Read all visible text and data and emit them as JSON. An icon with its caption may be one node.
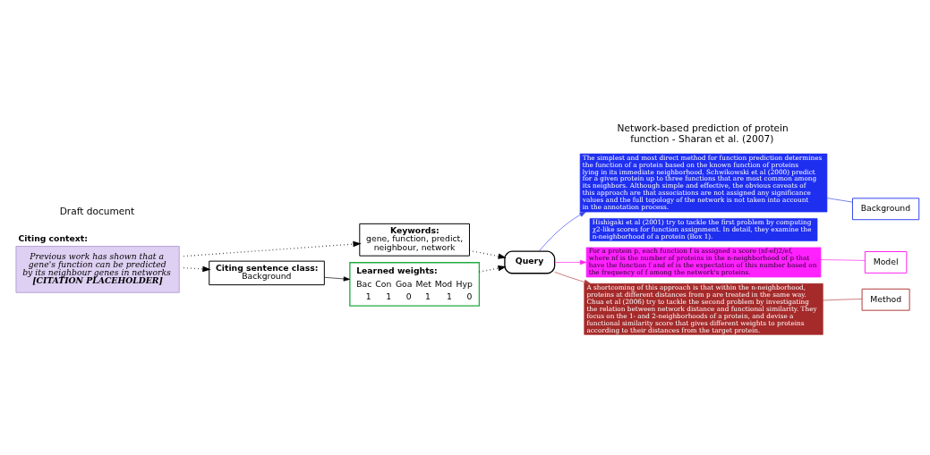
{
  "diagram": {
    "nodes": [
      {
        "text": [
          "Citing context:",
          "Previous work has shown that a gene's function can be predicted by its neighbour genes in networks",
          "[CITATION PLACEHOLDER]"
        ]
      },
      {
        "text": [
          "Keywords:",
          "gene, function, predict, neighbour, network"
        ]
      },
      {
        "text": [
          "Citing sentence class:",
          "Background"
        ]
      },
      {
        "text": [
          "Learned weights:",
          "Bac",
          "Con",
          "Goa",
          "Met",
          "Mod",
          "Hyp",
          "1",
          "1",
          "0",
          "1",
          "1",
          "0"
        ]
      },
      {
        "text": [
          "Query"
        ]
      },
      {
        "text": [
          "The simplest and most direct method for function prediction determines the function of a protein based on the known function of proteins lying in its immediate neighborhood. Schwikowski et al (2000) predict for a given protein up to three functions that are most common among its neighbors. Although simple and effective, the obvious caveats of this approach are that associations are not assigned any significance values and the full topology of the network is not taken into account in the annotation process."
        ]
      },
      {
        "text": [
          "Hishigaki et al (2001) try to tackle the first problem by computing χ2-like scores for function assignment. In detail, they examine the n-neighborhood of a protein (Box 1)."
        ]
      },
      {
        "text": [
          "For a protein p, each function f is assigned a score (nf-ef)2/ef, where nf is the number of proteins in the n-neighborhood of p that have the function f and ef is the expectation of this number based on the frequency of f among the network's proteins."
        ]
      },
      {
        "text": [
          "A shortcoming of this approach is that within the n-neighborhood, proteins at different distances from p are treated in the same way. Chua et al (2006) try to tackle the second problem by investigating the relation between network distance and functional similarity. They focus on the 1- and 2-neighborhoods of a protein, and devise a functional similarity score that gives different weights to proteins according to their distances from the target protein."
        ]
      },
      {
        "text": [
          "Background"
        ]
      },
      {
        "text": [
          "Model"
        ]
      },
      {
        "text": [
          "Method"
        ]
      }
    ],
    "edges": [
      {
        "from": 0,
        "to": 1,
        "arrow": "to",
        "style": "dashed"
      },
      {
        "from": 0,
        "to": 2,
        "arrow": "to",
        "style": "dashed"
      },
      {
        "from": 1,
        "to": 4,
        "arrow": "to",
        "style": "dashed"
      },
      {
        "from": 2,
        "to": 3,
        "arrow": "to"
      },
      {
        "from": 3,
        "to": 4,
        "arrow": "to",
        "style": "dashed"
      },
      {
        "from": 4,
        "to": 5,
        "arrow": "to",
        "color": "#3344ee"
      },
      {
        "from": 4,
        "to": 7,
        "arrow": "to",
        "color": "#ff22ee"
      },
      {
        "from": 4,
        "to": 8,
        "arrow": "to",
        "color": "#b03a3a"
      },
      {
        "from": 9,
        "to": 5,
        "arrow": "none",
        "color": "#3344ee"
      },
      {
        "from": 10,
        "to": 7,
        "arrow": "none",
        "color": "#ff22ee"
      },
      {
        "from": 11,
        "to": 8,
        "arrow": "none",
        "color": "#b03a3a"
      }
    ],
    "labels": [
      "Draft document",
      "Network-based prediction of protein function - Sharan et al. (2007)"
    ]
  }
}
